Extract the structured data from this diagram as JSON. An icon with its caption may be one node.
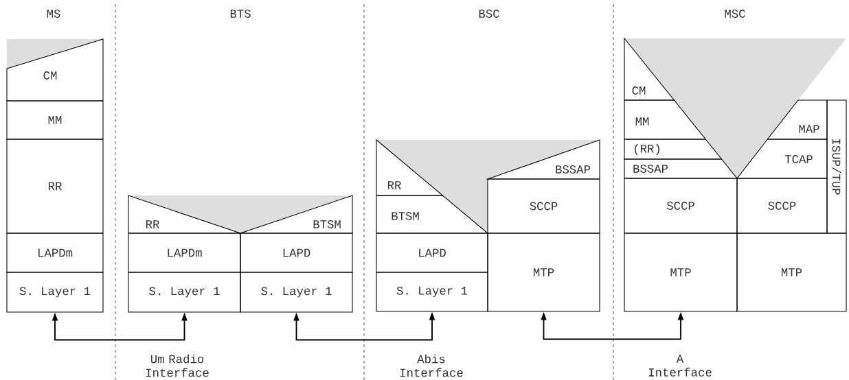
{
  "diagram": {
    "nodes": [
      {
        "text": [
          "CM"
        ]
      },
      {
        "text": [
          "MM"
        ]
      },
      {
        "text": [
          "RR"
        ]
      },
      {
        "text": [
          "LAPDm"
        ]
      },
      {
        "text": [
          "S. Layer 1"
        ]
      },
      {
        "text": [
          "RR"
        ]
      },
      {
        "text": [
          "BTSM"
        ]
      },
      {
        "text": [
          "LAPDm"
        ]
      },
      {
        "text": [
          "LAPD"
        ]
      },
      {
        "text": [
          "S. Layer 1"
        ]
      },
      {
        "text": [
          "S. Layer 1"
        ]
      },
      {
        "text": [
          "RR"
        ]
      },
      {
        "text": [
          "BTSM"
        ]
      },
      {
        "text": [
          "BSSAP"
        ]
      },
      {
        "text": [
          "SCCP"
        ]
      },
      {
        "text": [
          "LAPD"
        ]
      },
      {
        "text": [
          "S. Layer 1"
        ]
      },
      {
        "text": [
          "MTP"
        ]
      },
      {
        "text": [
          "CM"
        ]
      },
      {
        "text": [
          "MM"
        ]
      },
      {
        "text": [
          "(RR)"
        ]
      },
      {
        "text": [
          "BSSAP"
        ]
      },
      {
        "text": [
          "MAP"
        ]
      },
      {
        "text": [
          "TCAP"
        ]
      },
      {
        "text": [
          "ISUP/TUP"
        ]
      },
      {
        "text": [
          "SCCP"
        ]
      },
      {
        "text": [
          "SCCP"
        ]
      },
      {
        "text": [
          "MTP"
        ]
      },
      {
        "text": [
          "MTP"
        ]
      }
    ],
    "edges": [
      {
        "from": 4,
        "to": 9,
        "arrow": "both"
      },
      {
        "from": 10,
        "to": 16,
        "arrow": "both"
      },
      {
        "from": 17,
        "to": 27,
        "arrow": "both"
      }
    ],
    "labels": [
      "MS",
      "BTS",
      "BSC",
      "MSC",
      "Um Radio Interface",
      "Abis Interface",
      "A Interface"
    ]
  }
}
